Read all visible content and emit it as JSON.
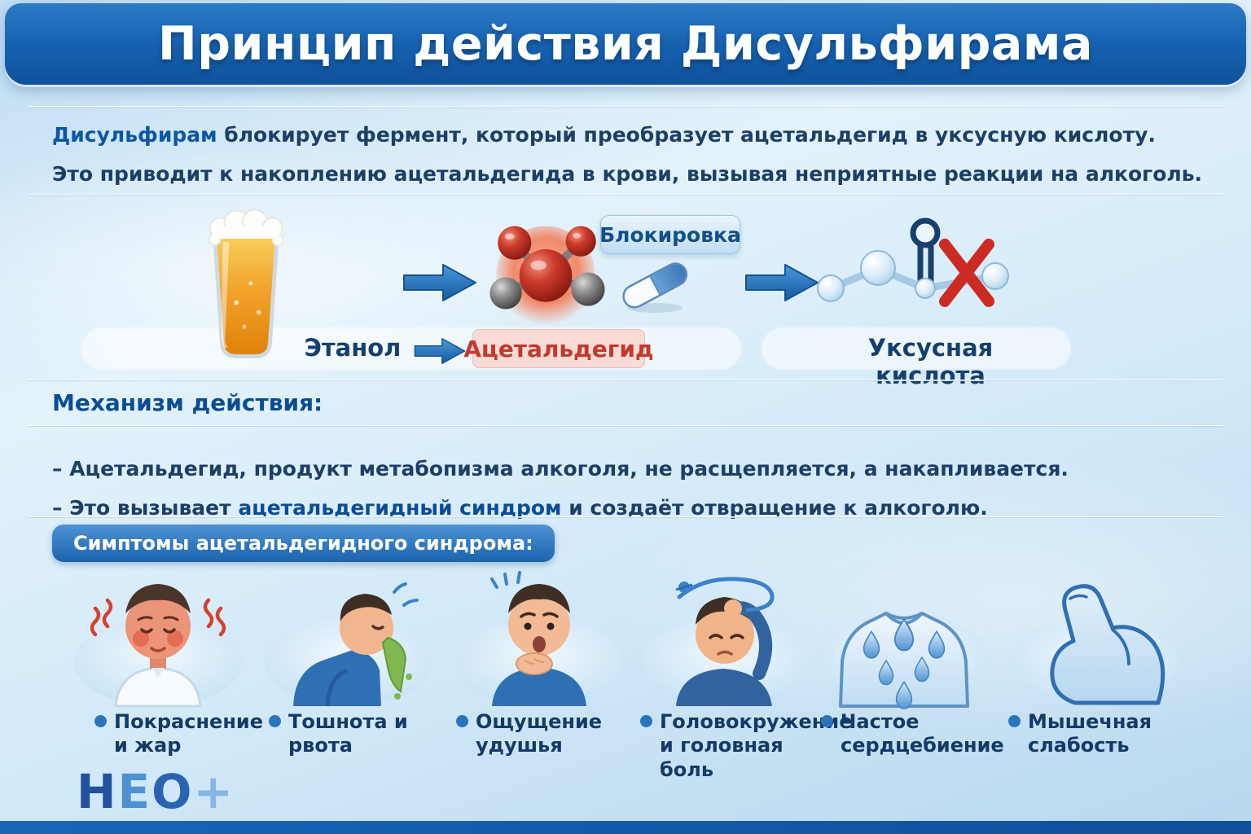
{
  "header": {
    "title": "Принцип действия Дисульфирама"
  },
  "intro": {
    "line1_bold": "Дисульфирам",
    "line1_rest": " блокирует фермент, который преобразует ацетальдегид в уксусную кислоту.",
    "line2": "Это приводит к накоплению ацетальдегида в крови, вызывая неприятные реакции на алкоголь."
  },
  "process": {
    "ethanol_label": "Этанол",
    "acetaldehyde_label": "Ацетальдегид",
    "blocking_label": "Блокировка",
    "acetic_acid_label": "Уксусная кислота"
  },
  "mechanism": {
    "heading": "Механизм действия:",
    "bullet1": "– Ацетальдегид, продукт метабопизма алкоголя, не расщепляется, а накапливается.",
    "bullet2_prefix": "– Это вызывает ",
    "bullet2_bold": "ацетальдегидный синдром",
    "bullet2_suffix": " и создаёт отвращение к алкоголю."
  },
  "symptoms": {
    "heading": "Симптомы ацетальдегидного синдрома:",
    "items": [
      {
        "label": "Покраснение и жар",
        "icon": "flushing-icon"
      },
      {
        "label": "Тошнота и рвота",
        "icon": "vomiting-icon"
      },
      {
        "label": "Ощущение удушья",
        "icon": "choking-icon"
      },
      {
        "label": "Головокружение и головная боль",
        "icon": "dizziness-icon"
      },
      {
        "label": "Частое сердцебиение",
        "icon": "sweating-icon"
      },
      {
        "label": "Мышечная слабость",
        "icon": "weakness-icon"
      }
    ]
  },
  "footer": {
    "logo_n": "Н",
    "logo_e": "Е",
    "logo_o": "О",
    "logo_plus": "+"
  },
  "colors": {
    "header_blue": "#1560ae",
    "accent_red": "#c23a2e",
    "text_navy": "#1d3e66",
    "arrow_blue": "#2274c2"
  }
}
